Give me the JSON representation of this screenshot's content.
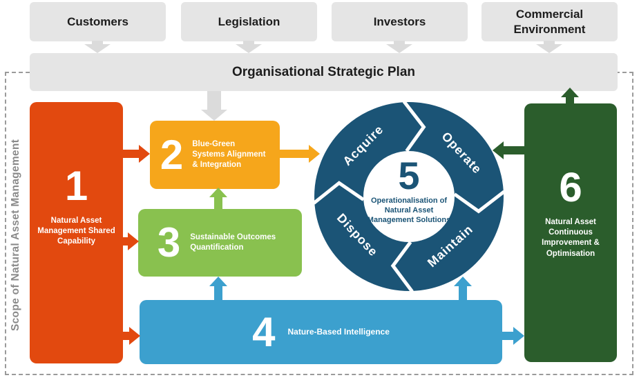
{
  "scope_label": "Scope of Natural Asset Management",
  "factors": [
    {
      "label": "Customers"
    },
    {
      "label": "Legislation"
    },
    {
      "label": "Investors"
    },
    {
      "label": "Commercial Environment"
    }
  ],
  "plan": {
    "label": "Organisational Strategic Plan"
  },
  "boxes": {
    "b1": {
      "number": "1",
      "label": "Natural Asset Management Shared Capability",
      "color": "#E2490F"
    },
    "b2": {
      "number": "2",
      "label": "Blue-Green Systems Alignment & Integration",
      "color": "#F6A61B"
    },
    "b3": {
      "number": "3",
      "label": "Sustainable Outcomes Quantification",
      "color": "#89C14F"
    },
    "b4": {
      "number": "4",
      "label": "Nature-Based Intelligence",
      "color": "#3CA0CE"
    },
    "b6": {
      "number": "6",
      "label": "Natural Asset Continuous Improvement & Optimisation",
      "color": "#2B5D2C"
    }
  },
  "cycle": {
    "number": "5",
    "label": "Operationalisation of Natural Asset Management Solutions",
    "color": "#1B5476",
    "segments": [
      {
        "label": "Acquire"
      },
      {
        "label": "Operate"
      },
      {
        "label": "Maintain"
      },
      {
        "label": "Dispose"
      }
    ]
  },
  "colors": {
    "factor_box": "#E5E5E5",
    "gray_arrow": "#DBDBDB",
    "scope_text": "#8A8A8A",
    "dashed_border": "#9A9A9A"
  }
}
